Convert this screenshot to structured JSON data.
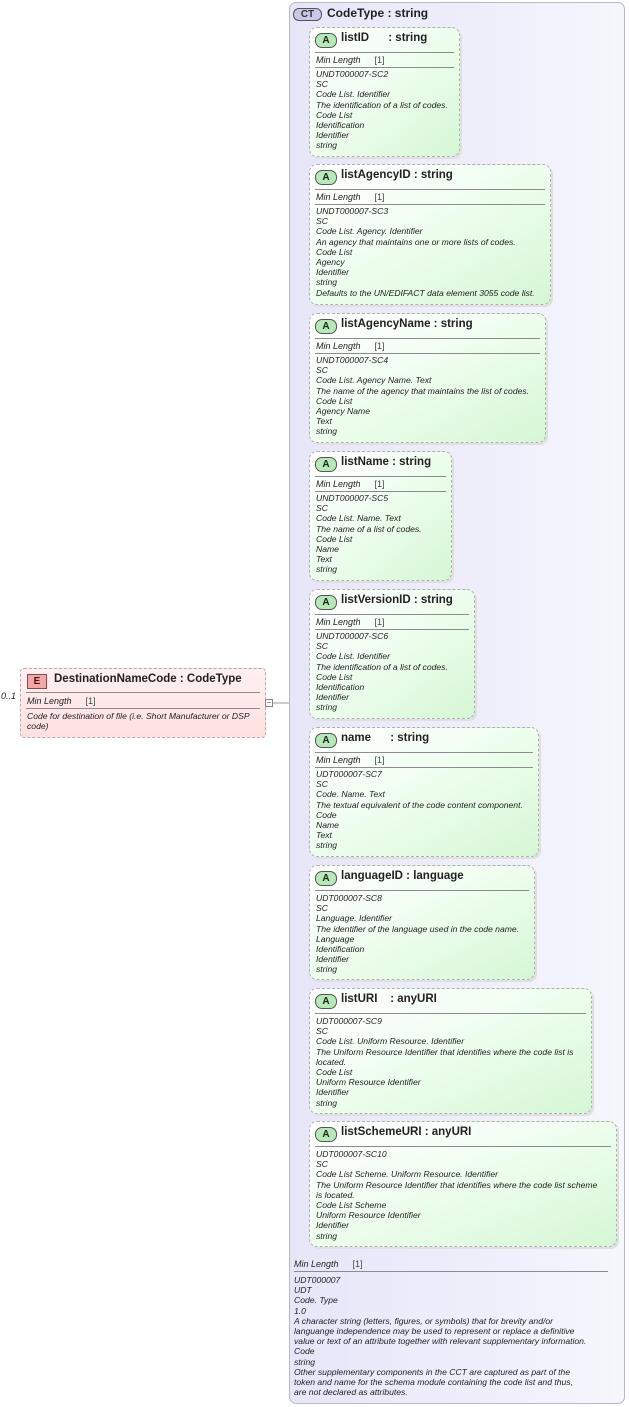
{
  "complex_type": {
    "badge": "CT",
    "title": "CodeType : string",
    "facet_label": "Min Length",
    "facet_value": "[1]",
    "doc": "UDT000007\nUDT\nCode. Type\n1.0\nA character string (letters, figures, or symbols) that for brevity and/or\nlanguange independence may be used to represent or replace a definitive\nvalue or text of an attribute together with relevant supplementary information.\nCode\nstring\nOther supplementary components in the CCT are captured as part of the\ntoken and name for the schema module containing the code list and thus,\nare not declared as attributes."
  },
  "element": {
    "badge": "E",
    "title": "DestinationNameCode : CodeType",
    "occurrence": "0..1",
    "facet_label": "Min Length",
    "facet_value": "[1]",
    "doc": "Code for destination of file (i.e. Short Manufacturer or DSP code)",
    "expander": "−"
  },
  "attributes": [
    {
      "badge": "A",
      "title": "listID      : string",
      "facet_label": "Min Length",
      "facet_value": "[1]",
      "doc": "UNDT000007-SC2\nSC\nCode List. Identifier\nThe identification of a list of codes.\nCode List\nIdentification\nIdentifier\nstring"
    },
    {
      "badge": "A",
      "title": "listAgencyID : string",
      "facet_label": "Min Length",
      "facet_value": "[1]",
      "doc": "UNDT000007-SC3\nSC\nCode List. Agency. Identifier\nAn agency that maintains one or more lists of codes.\nCode List\nAgency\nIdentifier\nstring\nDefaults to the UN/EDIFACT data element 3055 code list."
    },
    {
      "badge": "A",
      "title": "listAgencyName : string",
      "facet_label": "Min Length",
      "facet_value": "[1]",
      "doc": "UNDT000007-SC4\nSC\nCode List. Agency Name. Text\nThe name of the agency that maintains the list of codes.\nCode List\nAgency Name\nText\nstring"
    },
    {
      "badge": "A",
      "title": "listName : string",
      "facet_label": "Min Length",
      "facet_value": "[1]",
      "doc": "UNDT000007-SC5\nSC\nCode List. Name. Text\nThe name of a list of codes.\nCode List\nName\nText\nstring"
    },
    {
      "badge": "A",
      "title": "listVersionID : string",
      "facet_label": "Min Length",
      "facet_value": "[1]",
      "doc": "UNDT000007-SC6\nSC\nCode List. Identifier\nThe identification of a list of codes.\nCode List\nIdentification\nIdentifier\nstring"
    },
    {
      "badge": "A",
      "title": "name      : string",
      "facet_label": "Min Length",
      "facet_value": "[1]",
      "doc": "UDT000007-SC7\nSC\nCode. Name. Text\nThe textual equivalent of the code content component.\nCode\nName\nText\nstring"
    },
    {
      "badge": "A",
      "title": "languageID : language",
      "facet_label": "",
      "facet_value": "",
      "doc": "UDT000007-SC8\nSC\nLanguage. Identifier\nThe identifier of the language used in the code name.\nLanguage\nIdentification\nIdentifier\nstring"
    },
    {
      "badge": "A",
      "title": "listURI    : anyURI",
      "facet_label": "",
      "facet_value": "",
      "doc": "UDT000007-SC9\nSC\nCode List. Uniform Resource. Identifier\nThe Uniform Resource Identifier that identifies where the code list is\nlocated.\nCode List\nUniform Resource Identifier\nIdentifier\nstring"
    },
    {
      "badge": "A",
      "title": "listSchemeURI : anyURI",
      "facet_label": "",
      "facet_value": "",
      "doc": "UDT000007-SC10\nSC\nCode List Scheme. Uniform Resource. Identifier\nThe Uniform Resource Identifier that identifies where the code list scheme\nis located.\nCode List Scheme\nUniform Resource Identifier\nIdentifier\nstring"
    }
  ]
}
